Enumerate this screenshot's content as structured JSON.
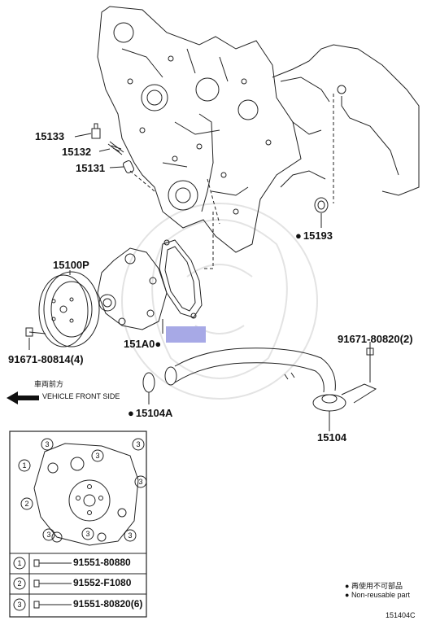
{
  "parts": {
    "p15133": "15133",
    "p15132": "15132",
    "p15131": "15131",
    "p15193": "15193",
    "p15100P": "15100P",
    "p151A0": "151A0",
    "bolt_left": "91671-80814(4)",
    "bolt_right": "91671-80820(2)",
    "p15104A": "15104A",
    "p15104": "15104"
  },
  "direction": {
    "japanese": "車両前方",
    "english": "VEHICLE FRONT SIDE",
    "arrow_icon": "arrow-left-icon"
  },
  "inset": {
    "rows": [
      {
        "key": "1",
        "part": "91551-80880"
      },
      {
        "key": "2",
        "part": "91552-F1080"
      },
      {
        "key": "3",
        "part": "91551-80820(6)"
      }
    ]
  },
  "legend": {
    "reuse_ja": "再使用不可部品",
    "reuse_en": "Non-reusable part"
  },
  "diagram_id": "151404C",
  "colors": {
    "highlight": "#a7a9e6",
    "line": "#111111"
  }
}
